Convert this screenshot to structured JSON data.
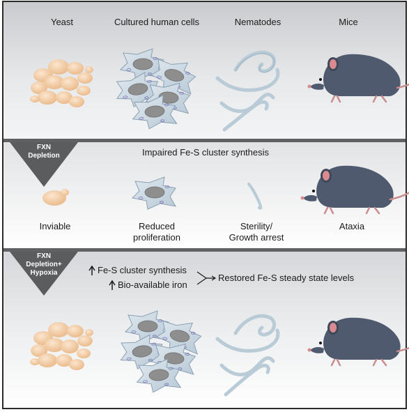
{
  "organisms": [
    "Yeast",
    "Cultured human cells",
    "Nematodes",
    "Mice"
  ],
  "panel2": {
    "arrow_label_line1": "FXN",
    "arrow_label_line2": "Depletion",
    "title": "Impaired Fe-S cluster synthesis",
    "phenotypes": [
      {
        "line1": "Inviable",
        "line2": ""
      },
      {
        "line1": "Reduced",
        "line2": "proliferation"
      },
      {
        "line1": "Sterility/",
        "line2": "Growth arrest"
      },
      {
        "line1": "Ataxia",
        "line2": ""
      }
    ]
  },
  "panel3": {
    "arrow_label_line1": "FXN",
    "arrow_label_line2": "Depletion+",
    "arrow_label_line3": "Hypoxia",
    "effect1": "Fe-S cluster synthesis",
    "effect2": "Bio-available iron",
    "outcome": "Restored Fe-S steady state levels"
  },
  "colors": {
    "border": "#2a2a2a",
    "divider": "#5f6163",
    "arrow": "#5a5c5e",
    "yeast": "#f2c9a0",
    "cell": "#c9d6e0",
    "nucleus": "#8f8f8f",
    "worm": "#b9cbd6",
    "mouse": "#4f5a6e",
    "ear": "#d98b91"
  }
}
